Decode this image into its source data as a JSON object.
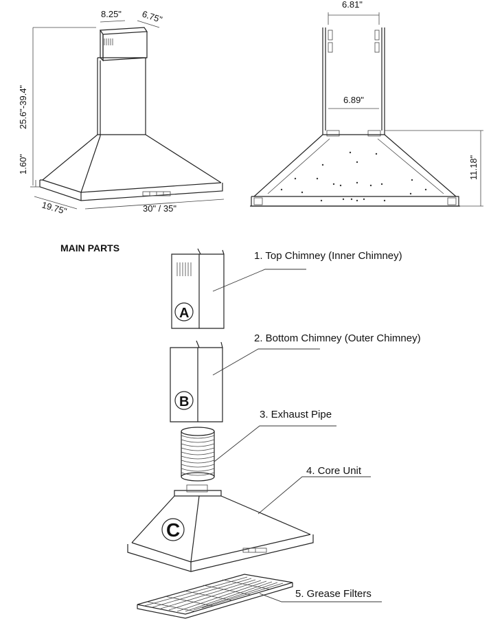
{
  "front_view": {
    "dim_top_width": "8.25\"",
    "dim_top_depth": "6.75\"",
    "dim_height_range": "25.6\"-39.4\"",
    "dim_base_height": "1.60\"",
    "dim_depth": "19.75\"",
    "dim_width": "30\" / 35\""
  },
  "side_view": {
    "dim_top": "6.81\"",
    "dim_inner": "6.89\"",
    "dim_body_height": "11.18\""
  },
  "main_parts": {
    "heading": "MAIN PARTS",
    "parts": [
      {
        "label": "1.  Top Chimney (Inner Chimney)",
        "badge": "A"
      },
      {
        "label": "2. Bottom Chimney (Outer Chimney)",
        "badge": "B"
      },
      {
        "label": "3. Exhaust Pipe"
      },
      {
        "label": "4. Core Unit",
        "badge": "C"
      },
      {
        "label": "5. Grease Filters"
      }
    ]
  }
}
